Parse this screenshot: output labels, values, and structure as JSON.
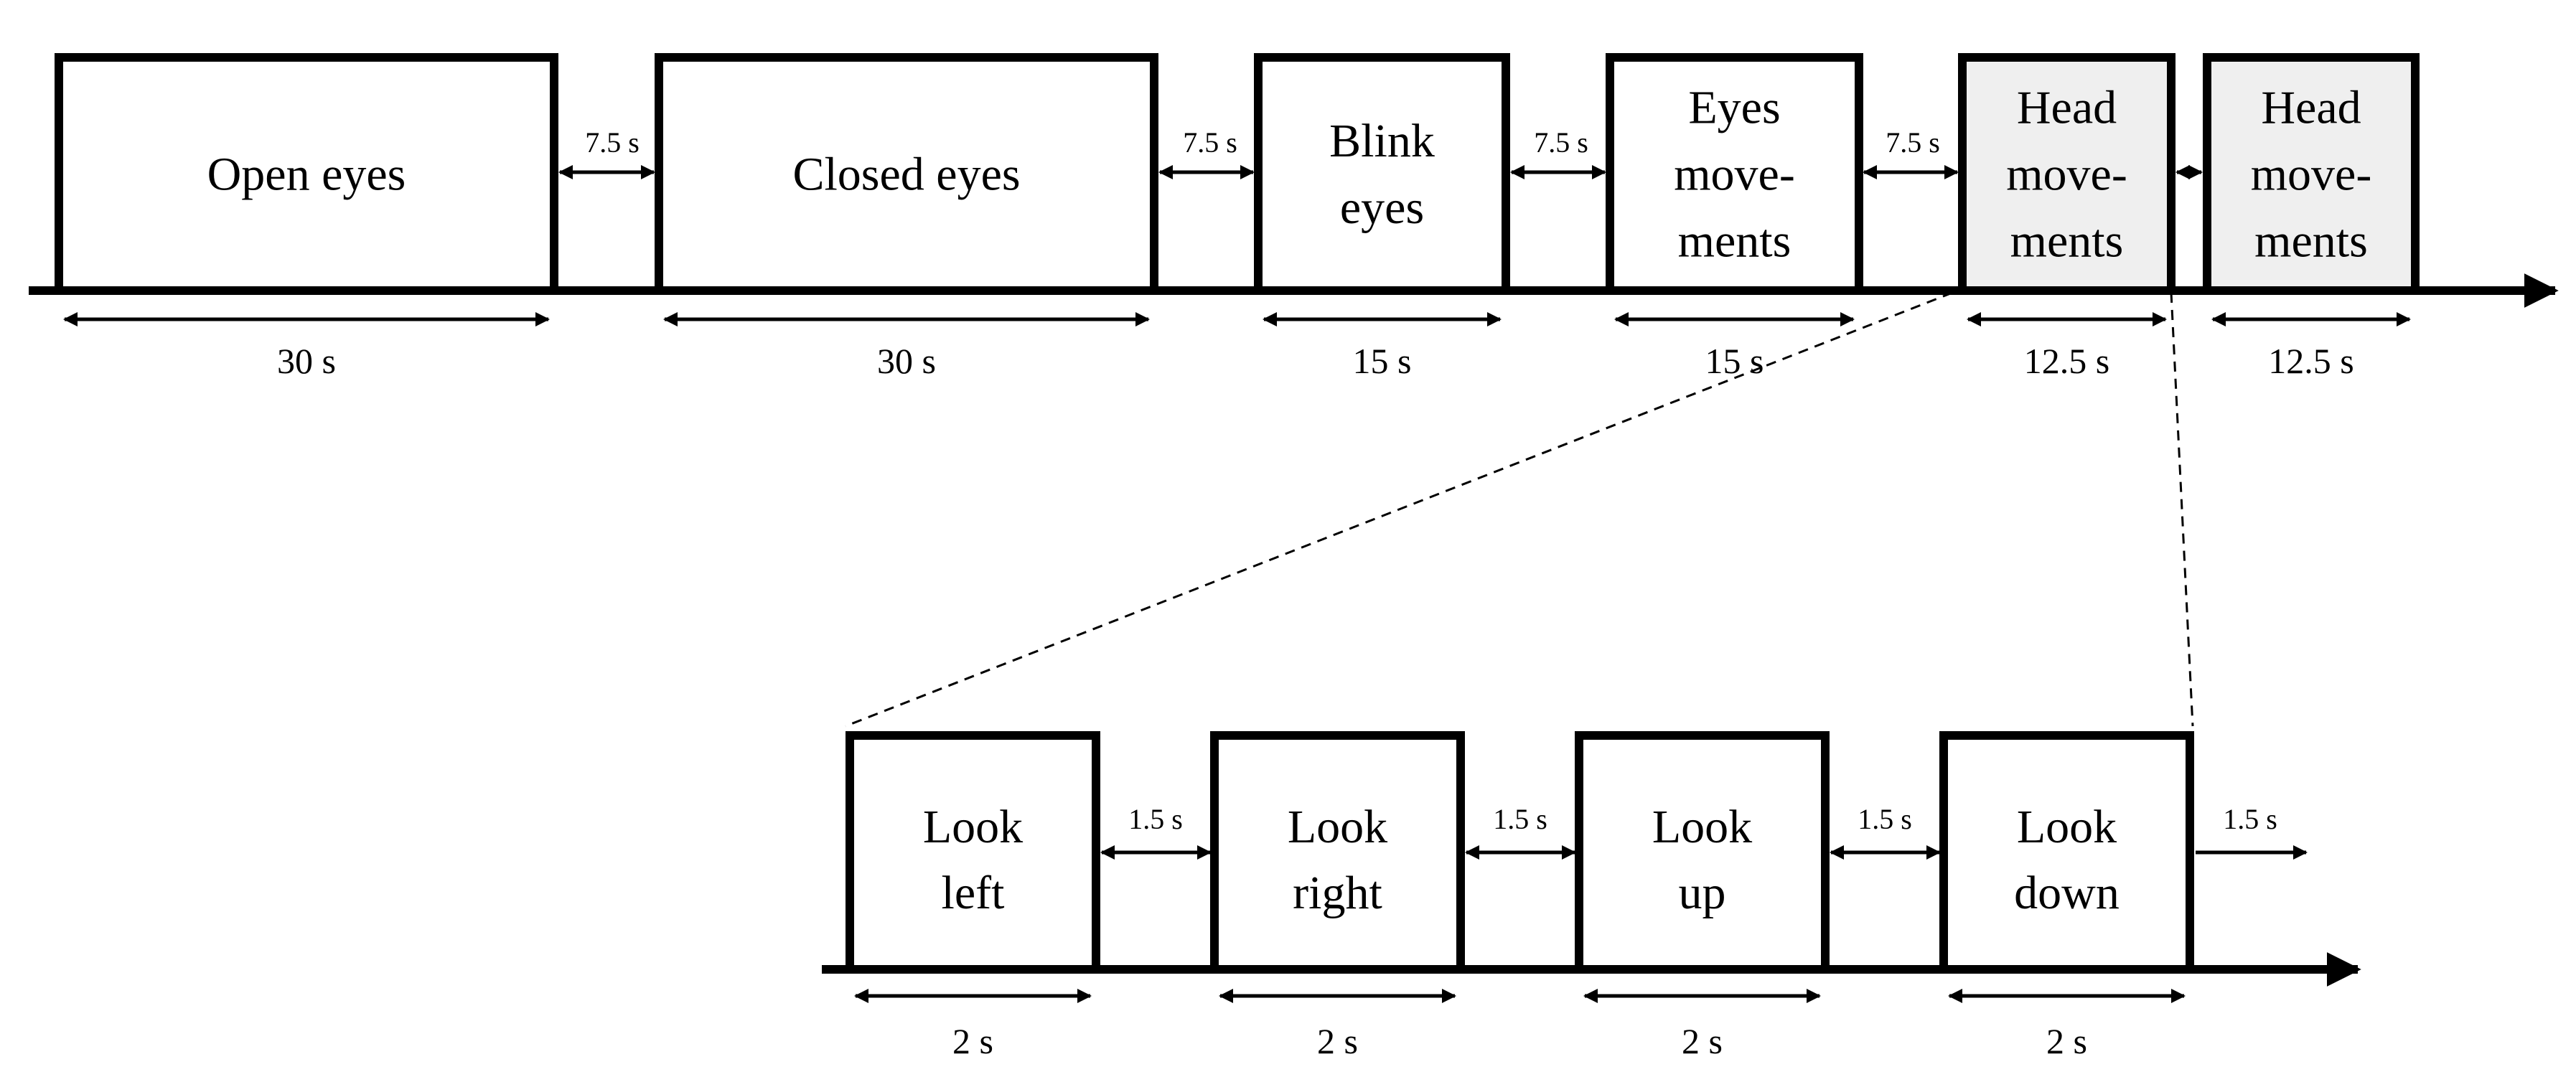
{
  "upper_timeline": {
    "blocks": [
      {
        "lines": [
          "Open eyes"
        ],
        "duration": "30 s",
        "shaded": false
      },
      {
        "lines": [
          "Closed eyes"
        ],
        "duration": "30 s",
        "shaded": false
      },
      {
        "lines": [
          "Blink",
          "eyes"
        ],
        "duration": "15 s",
        "shaded": false
      },
      {
        "lines": [
          "Eyes",
          "move-",
          "ments"
        ],
        "duration": "15 s",
        "shaded": false
      },
      {
        "lines": [
          "Head",
          "move-",
          "ments"
        ],
        "duration": "12.5 s",
        "shaded": true
      },
      {
        "lines": [
          "Head",
          "move-",
          "ments"
        ],
        "duration": "12.5 s",
        "shaded": true
      }
    ],
    "gaps": [
      "7.5 s",
      "7.5 s",
      "7.5 s",
      "7.5 s"
    ]
  },
  "lower_timeline": {
    "blocks": [
      {
        "lines": [
          "Look",
          "left"
        ],
        "duration": "2 s",
        "shaded": false
      },
      {
        "lines": [
          "Look",
          "right"
        ],
        "duration": "2 s",
        "shaded": false
      },
      {
        "lines": [
          "Look",
          "up"
        ],
        "duration": "2 s",
        "shaded": false
      },
      {
        "lines": [
          "Look",
          "down"
        ],
        "duration": "2 s",
        "shaded": false
      }
    ],
    "gaps": [
      "1.5 s",
      "1.5 s",
      "1.5 s",
      "1.5 s"
    ]
  },
  "colors": {
    "line": "#000000",
    "block_fill": "#ffffff",
    "shaded_fill": "#efefef"
  }
}
